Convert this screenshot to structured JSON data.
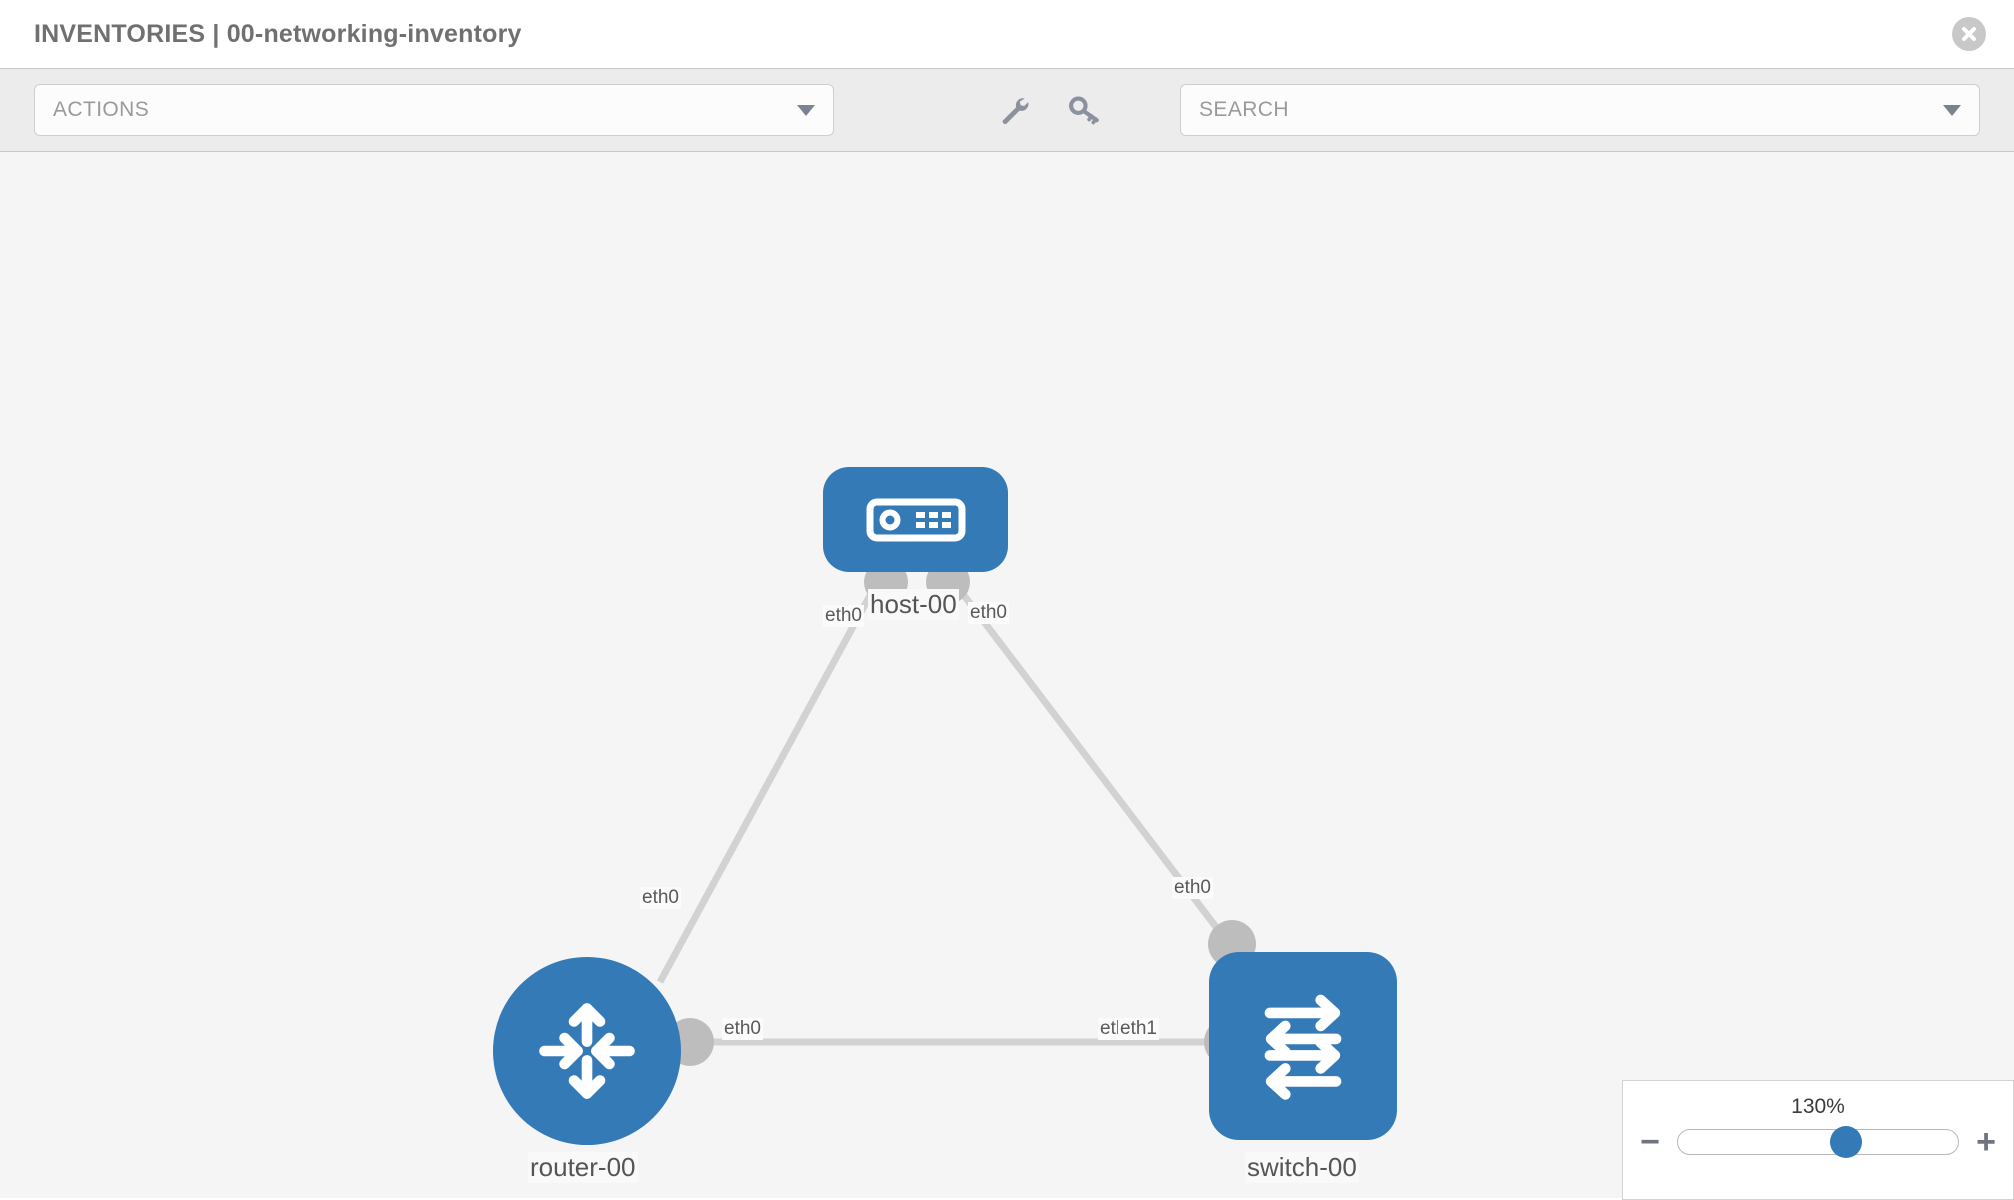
{
  "header": {
    "title": "INVENTORIES | 00-networking-inventory",
    "close_icon": "close-circle-icon"
  },
  "toolbar": {
    "actions_label": "ACTIONS",
    "actions_caret": "chevron-down-icon",
    "wrench_icon": "wrench-icon",
    "key_icon": "key-icon",
    "search_placeholder": "SEARCH",
    "search_value": "",
    "search_caret": "chevron-down-icon"
  },
  "topology": {
    "nodes": [
      {
        "id": "host-00",
        "label": "host-00",
        "type": "host",
        "icon": "server-icon"
      },
      {
        "id": "router-00",
        "label": "router-00",
        "type": "router",
        "icon": "router-arrows-icon"
      },
      {
        "id": "switch-00",
        "label": "switch-00",
        "type": "switch",
        "icon": "switch-arrows-icon"
      }
    ],
    "edge_labels": {
      "host_left": "eth0",
      "host_right": "eth0",
      "router_diagonal": "eth0",
      "switch_diagonal": "eth0",
      "router_horizontal": "eth0",
      "switch_horizontal_a": "eth0",
      "switch_horizontal_b": "eth1"
    }
  },
  "zoom": {
    "percent": "130%",
    "minus_label": "−",
    "plus_label": "+",
    "value": 60
  },
  "colors": {
    "node_blue": "#337ab7",
    "canvas_bg": "#f5f5f5",
    "edge_gray": "#d2d2d2",
    "port_gray": "#bdbdbd"
  }
}
